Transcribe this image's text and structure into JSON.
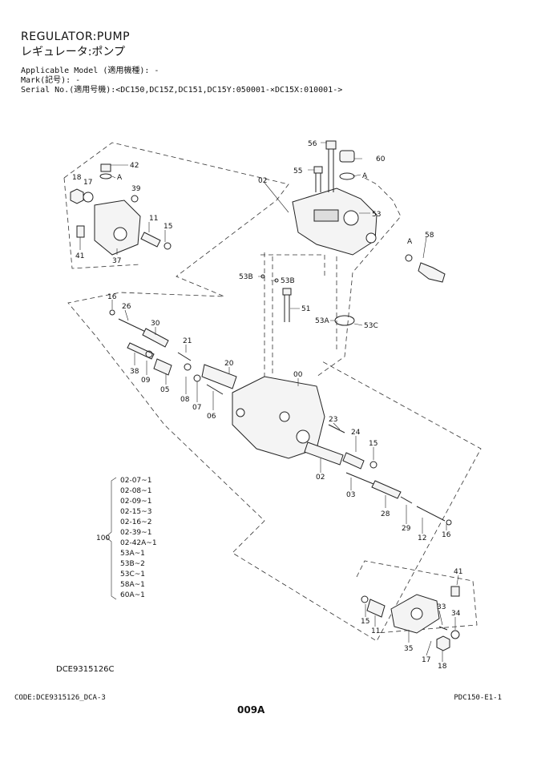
{
  "header": {
    "title": "REGULATOR:PUMP",
    "title_jp": "レギュレータ:ポンプ",
    "model_line": "Applicable Model (適用機種): -",
    "mark_line": "Mark(記号): -",
    "serial_line": "Serial No.(適用号機):<DC150,DC15Z,DC151,DC15Y:050001-×DC15X:010001->"
  },
  "callouts": {
    "c56": "56",
    "c60": "60",
    "c55": "55",
    "cA1": "A",
    "cA2": "A",
    "cA3": "A",
    "c42": "42",
    "c18a": "18",
    "c17a": "17",
    "c39": "39",
    "c02a": "02",
    "c53": "53",
    "c58": "58",
    "c11a": "11",
    "c15a": "15",
    "c41a": "41",
    "c37": "37",
    "c53B1": "53B",
    "c53B2": "53B",
    "c51": "51",
    "c53A": "53A",
    "c53C": "53C",
    "c16a": "16",
    "c26": "26",
    "c30": "30",
    "c21": "21",
    "c20": "20",
    "c38": "38",
    "c09": "09",
    "c05": "05",
    "c08": "08",
    "c07": "07",
    "c06": "06",
    "c00": "00",
    "c23": "23",
    "c24": "24",
    "c15b": "15",
    "c02b": "02",
    "c03": "03",
    "c28": "28",
    "c29": "29",
    "c12": "12",
    "c16b": "16",
    "c41b": "41",
    "c33": "33",
    "c34": "34",
    "c15c": "15",
    "c11b": "11",
    "c35": "35",
    "c17b": "17",
    "c18b": "18",
    "c100": "100"
  },
  "kit_list": [
    "02-07~1",
    "02-08~1",
    "02-09~1",
    "02-15~3",
    "02-16~2",
    "02-39~1",
    "02-42A~1",
    "53A~1",
    "53B~2",
    "53C~1",
    "58A~1",
    "60A~1"
  ],
  "footer": {
    "drawing_code": "DCE9315126C",
    "code": "CODE:DCE9315126_DCA-3",
    "page": "009A",
    "ref": "PDC150-E1-1"
  }
}
